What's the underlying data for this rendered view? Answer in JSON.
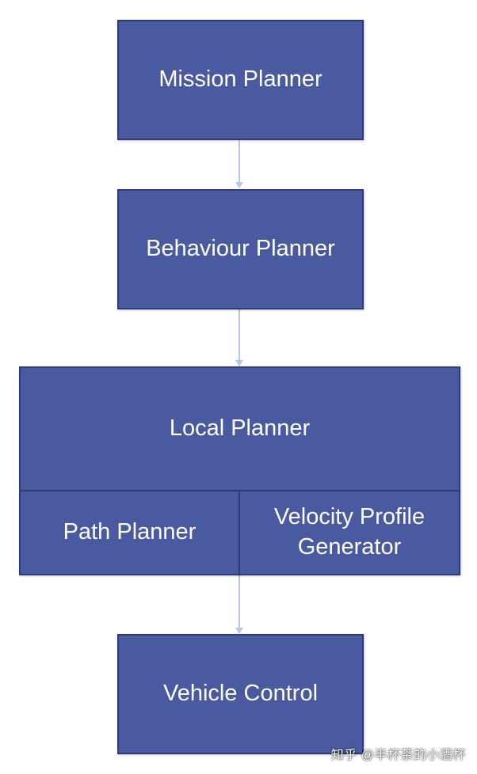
{
  "diagram": {
    "nodes": {
      "mission": "Mission Planner",
      "behaviour": "Behaviour Planner",
      "local": "Local Planner",
      "path": "Path Planner",
      "velocity_line1": "Velocity Profile",
      "velocity_line2": "Generator",
      "vehicle": "Vehicle Control"
    },
    "edges": [
      {
        "from": "Mission Planner",
        "to": "Behaviour Planner"
      },
      {
        "from": "Behaviour Planner",
        "to": "Local Planner"
      },
      {
        "from": "Local Planner",
        "to": "Vehicle Control"
      }
    ]
  },
  "colors": {
    "box_fill": "#4a5aa0",
    "box_border": "#2e3a74",
    "text": "#ffffff",
    "connector": "#b9c5e6"
  },
  "watermark": "知乎 @半杯茶的小酒杯"
}
